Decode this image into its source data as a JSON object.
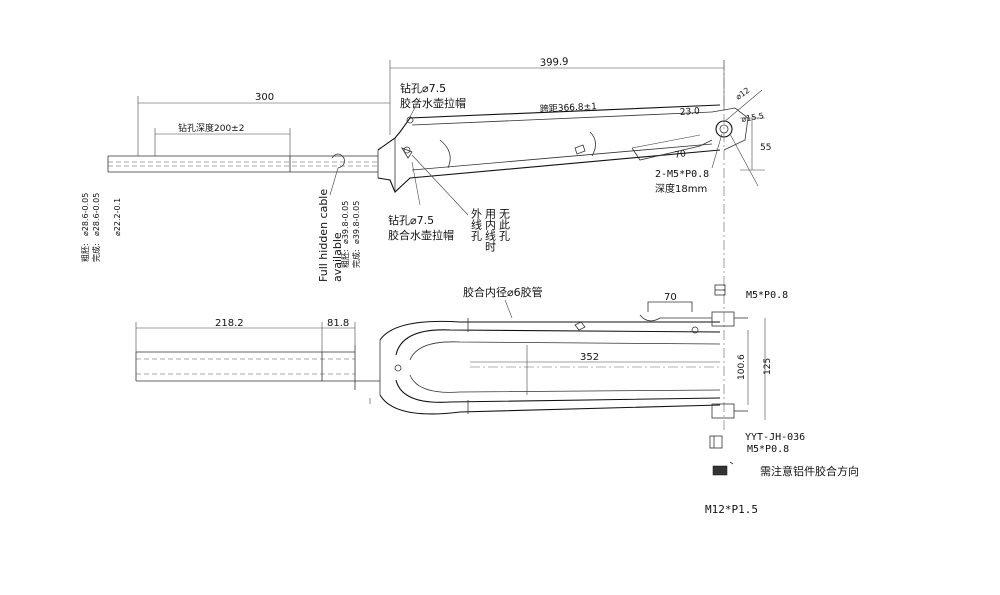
{
  "dimensions": {
    "overall_length": "399.9",
    "steerer_300": "300",
    "drill_depth": "钻孔深度200±2",
    "span": "跨距366.8±1",
    "d23": "23.0",
    "d70_top": "70",
    "d55": "55",
    "d218": "218.2",
    "d81": "81.8",
    "d70_bottom": "70",
    "d352": "352",
    "d100": "100.6",
    "d125": "125",
    "d22_2": "⌀22.2-0.1",
    "d28": "⌀28.6-0.05",
    "d28b": "⌀28.6-0.05",
    "d39": "⌀39.8-0.05",
    "d39b": "⌀39.8-0.05",
    "d12": "⌀12",
    "d15": "⌀15.5"
  },
  "labels": {
    "drill_top_1": "钻孔⌀7.5",
    "drill_top_2": "胶合水壶拉帽",
    "drill_bottom_1": "钻孔⌀7.5",
    "drill_bottom_2": "胶合水壶拉帽",
    "cable_1": "Full hidden cable",
    "cable_2": "available",
    "m5_note_1": "2-M5*P0.8",
    "m5_note_2": "深度18mm",
    "vertical_cn": [
      "外线孔",
      "用内线时",
      "无此孔"
    ],
    "tube_note": "胶合内径⌀6胶管",
    "m5_side": "M5*P0.8",
    "part_code": "YYT-JH-036",
    "m5_part": "M5*P0.8",
    "alu_note": "需注意铝件胶合方向",
    "m12": "M12*P1.5",
    "rough_1": "粗胚:",
    "finish_1": "完成:",
    "rough_2": "粗胚:",
    "finish_2": "完成:"
  }
}
